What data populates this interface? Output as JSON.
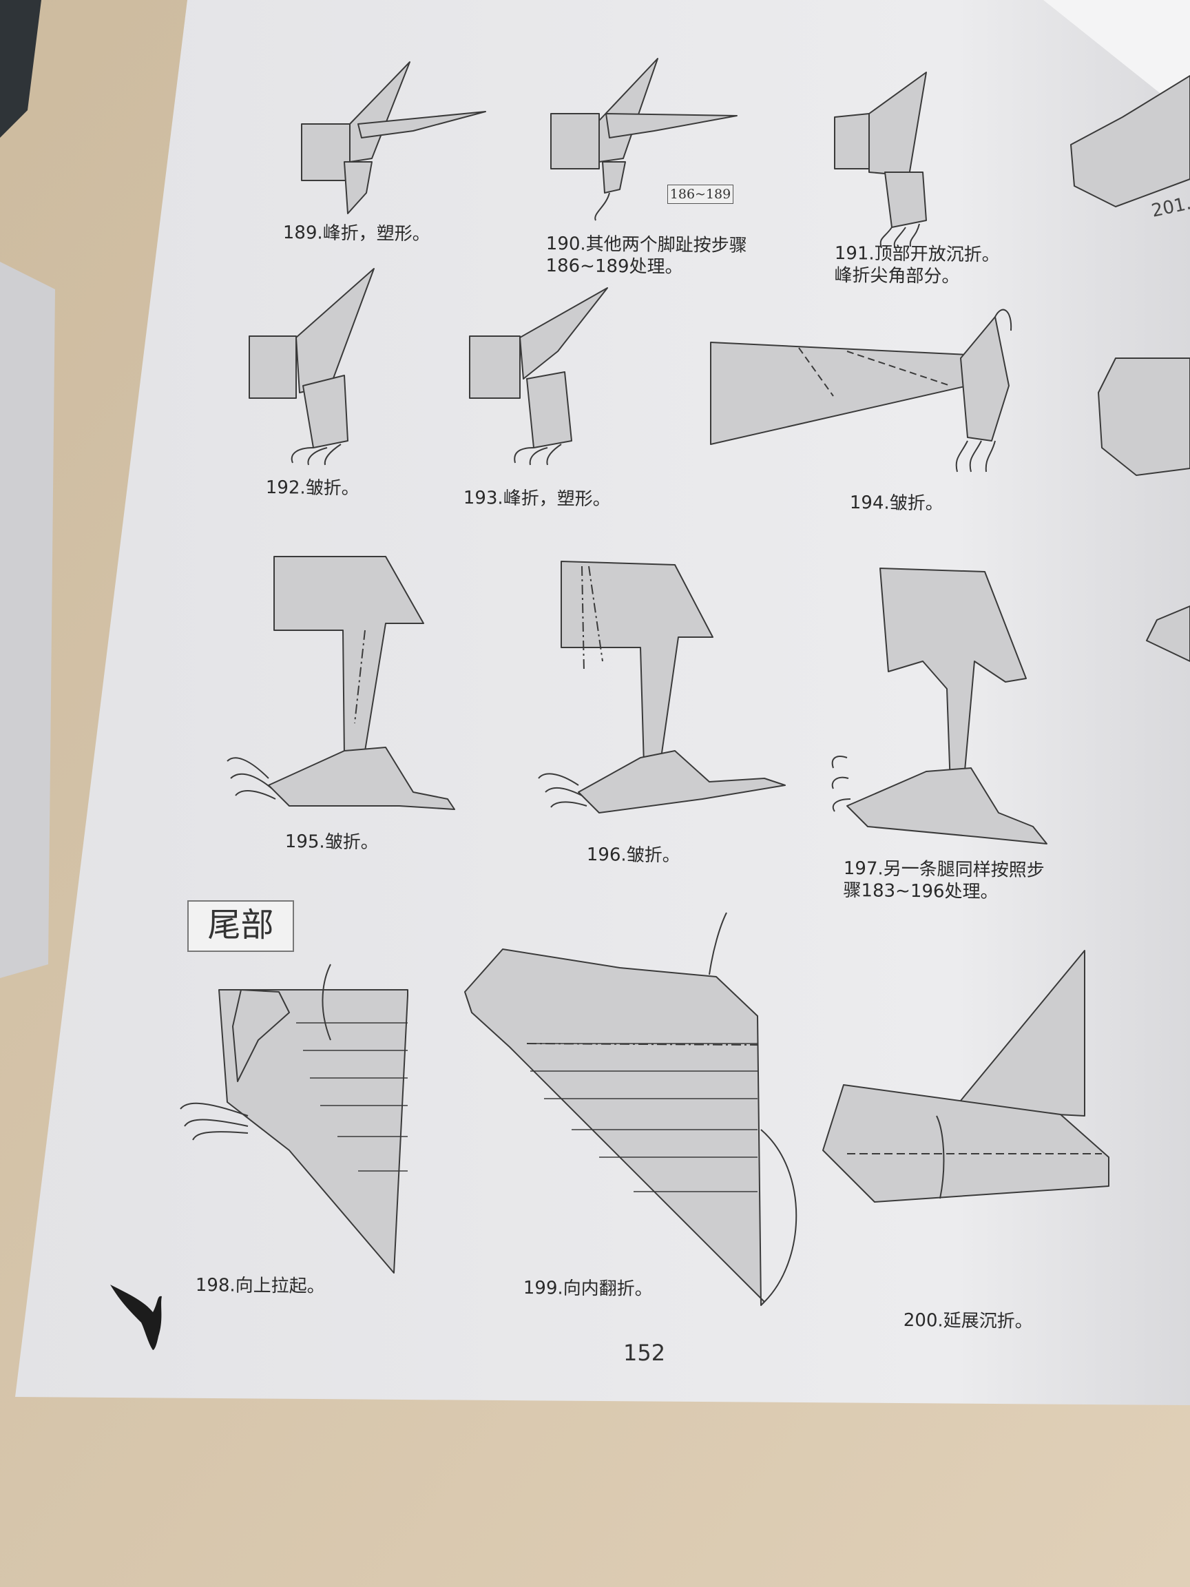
{
  "page": {
    "number": "152",
    "section_title": "尾部",
    "reference_box": "186~189",
    "next_page_step_fragment": "201.",
    "steps": [
      {
        "lines": [
          "189.峰折，塑形。"
        ]
      },
      {
        "lines": [
          "190.其他两个脚趾按步骤",
          "186~189处理。"
        ]
      },
      {
        "lines": [
          "191.顶部开放沉折。",
          "峰折尖角部分。"
        ]
      },
      {
        "lines": [
          "192.皱折。"
        ]
      },
      {
        "lines": [
          "193.峰折，塑形。"
        ]
      },
      {
        "lines": [
          "194.皱折。"
        ]
      },
      {
        "lines": [
          "195.皱折。"
        ]
      },
      {
        "lines": [
          "196.皱折。"
        ]
      },
      {
        "lines": [
          "197.另一条腿同样按照步",
          "骤183~196处理。"
        ]
      },
      {
        "lines": [
          "198.向上拉起。"
        ]
      },
      {
        "lines": [
          "199.向内翻折。"
        ]
      },
      {
        "lines": [
          "200.延展沉折。"
        ]
      }
    ]
  },
  "colors": {
    "paper": "#e7e7e9",
    "table": "#d8c7ae",
    "diagram_fill": "#cdcdcf",
    "ink": "#333333"
  }
}
